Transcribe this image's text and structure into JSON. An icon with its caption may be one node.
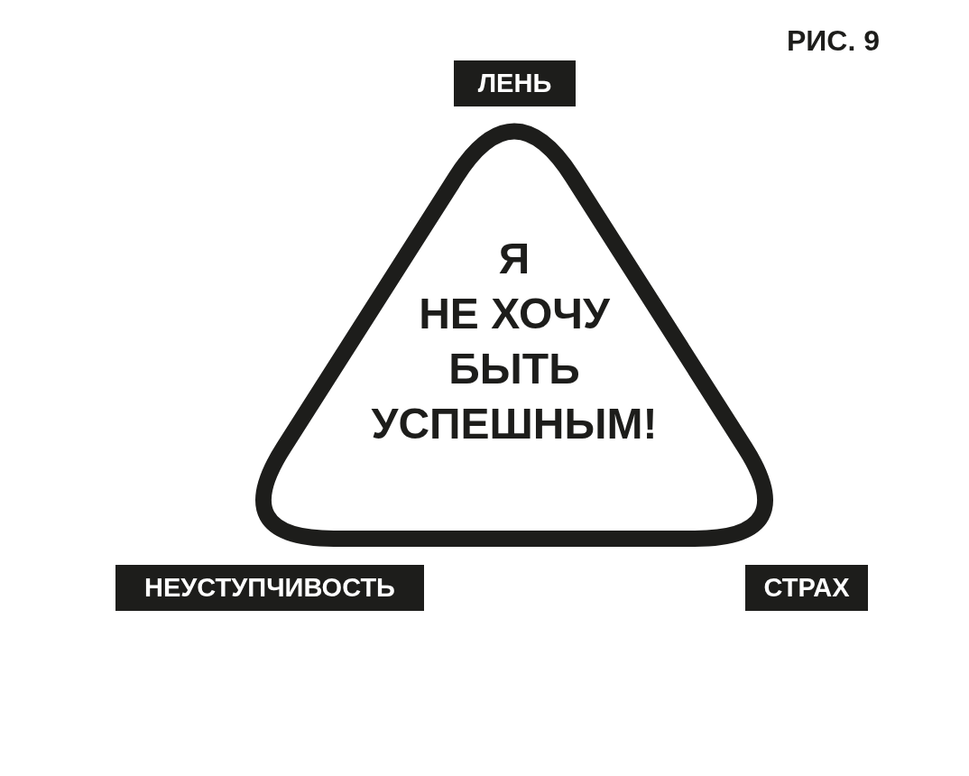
{
  "diagram": {
    "nodes": [
      {
        "text": [
          "ЛЕНЬ"
        ]
      },
      {
        "text": [
          "Я НЕ ХОЧУ БЫТЬ УСПЕШНЫМ!"
        ]
      },
      {
        "text": [
          "НЕУСТУПЧИВОСТЬ"
        ]
      },
      {
        "text": [
          "СТРАХ"
        ]
      }
    ],
    "labels": [
      "РИС. 9"
    ]
  }
}
